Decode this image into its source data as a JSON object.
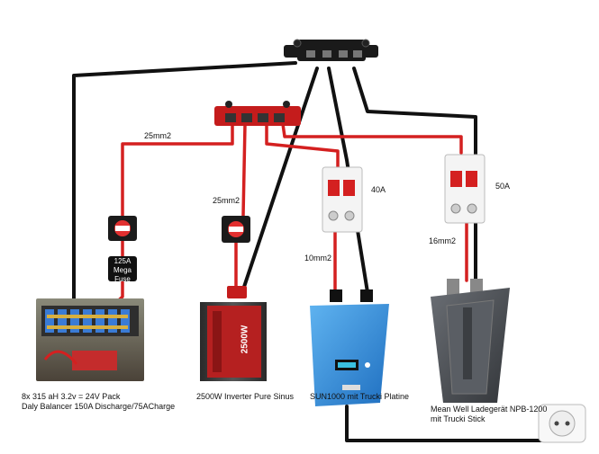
{
  "wire_labels": {
    "battery_positive": "25mm2",
    "inverter_positive": "25mm2",
    "sun_positive": "10mm2",
    "charger_positive": "16mm2"
  },
  "breakers": {
    "sun": "40A",
    "charger": "50A"
  },
  "fuse": {
    "line1": "125A",
    "line2": "Mega",
    "line3": "Fuse"
  },
  "devices": {
    "battery": {
      "line1": "8x 315 aH 3.2v = 24V Pack",
      "line2": "Daly Balancer 150A Discharge/75ACharge"
    },
    "inverter": {
      "label": "2500W Inverter Pure Sinus",
      "printed_text": "2500W"
    },
    "sun": {
      "label": "SUN1000 mit Trucki Platine"
    },
    "charger": {
      "line1": "Mean Well Ladegerät NPB-1200",
      "line2": "mit Trucki Stick"
    }
  },
  "colors": {
    "positive_wire": "#d42020",
    "negative_wire": "#111111",
    "busbar_positive": "#c41c1c",
    "busbar_negative": "#1a1a1a",
    "inverter_body": "#b52020",
    "sun_body": "#2d8fdc",
    "charger_body": "#4b4f55"
  }
}
